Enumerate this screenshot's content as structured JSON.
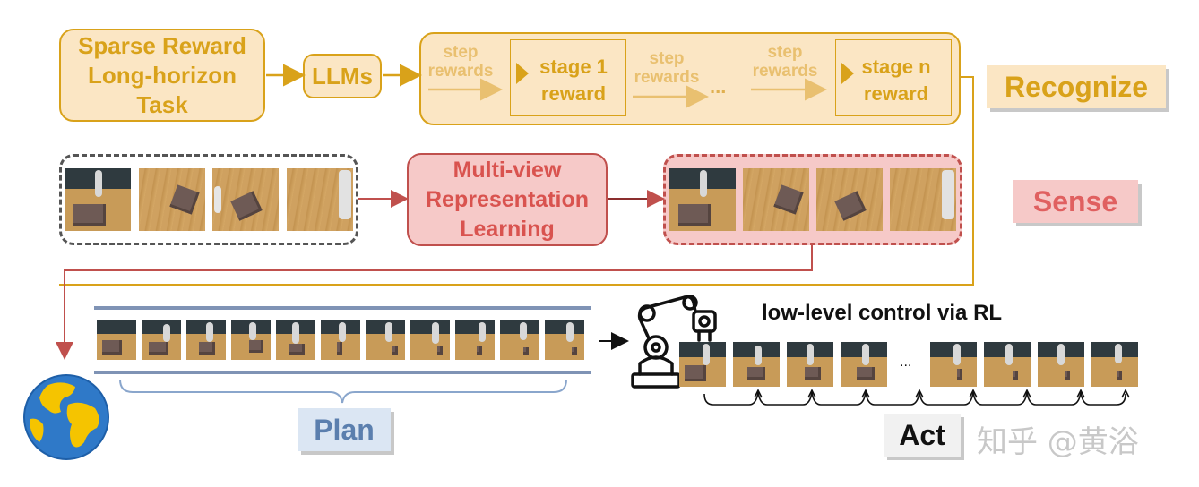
{
  "recognize": {
    "task_line1": "Sparse Reward",
    "task_line2": "Long-horizon",
    "task_line3": "Task",
    "llms": "LLMs",
    "step_top": "step",
    "step_bottom": "rewards",
    "stage1_line1": "stage 1",
    "stage1_line2": "reward",
    "stagen_line1": "stage n",
    "stagen_line2": "reward",
    "ellipsis": "...",
    "tag": "Recognize"
  },
  "sense": {
    "box_line1": "Multi-view",
    "box_line2": "Representation",
    "box_line3": "Learning",
    "tag": "Sense"
  },
  "plan": {
    "tag": "Plan"
  },
  "act": {
    "title": "low-level control via RL",
    "ellipsis": "...",
    "tag": "Act"
  },
  "watermark": "知乎 @黄浴",
  "colors": {
    "recognize": "#d9a21a",
    "recognize_fill": "#fbe6c4",
    "sense": "#c0504d",
    "sense_fill": "#f6c9c8",
    "plan": "#5b7fae",
    "plan_fill": "#dbe6f3"
  },
  "icons": [
    "globe-icon",
    "robot-arm-icon"
  ]
}
